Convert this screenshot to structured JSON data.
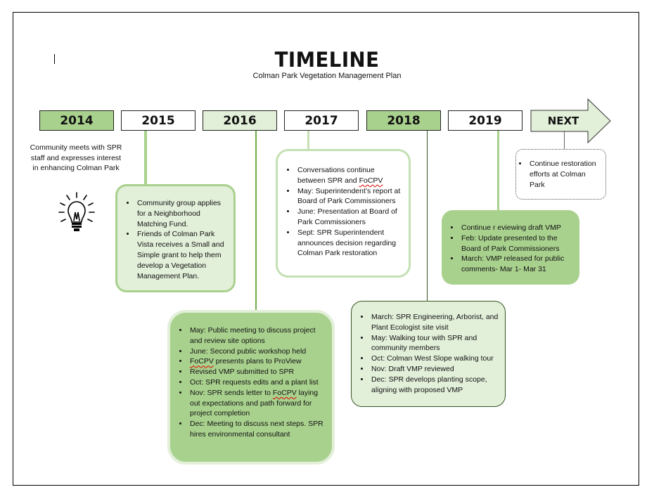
{
  "document": {
    "title": "TIMELINE",
    "subtitle": "Colman Park Vegetation Management Plan"
  },
  "colors": {
    "dark_green": "#a9d18e",
    "light_green": "#e2efd9",
    "mid_green_border": "#c5e0b4",
    "connector_dark": "#375623",
    "connector_mid": "#70ad47"
  },
  "years": [
    {
      "label": "2014",
      "style": "dark"
    },
    {
      "label": "2015",
      "style": "white"
    },
    {
      "label": "2016",
      "style": "light"
    },
    {
      "label": "2017",
      "style": "white"
    },
    {
      "label": "2018",
      "style": "dark"
    },
    {
      "label": "2019",
      "style": "white"
    },
    {
      "label": "NEXT",
      "style": "arrow-light"
    }
  ],
  "entries": {
    "y2014": {
      "text": "Community meets with SPR staff and expresses interest in enhancing Colman Park",
      "icon": "lightbulb-icon"
    },
    "y2015": {
      "items": [
        "Community group applies for a Neighborhood Matching Fund.",
        "Friends of Colman Park Vista receives a Small and Simple grant to help them develop a Vegetation Management Plan."
      ]
    },
    "y2016": {
      "items": [
        "May: Public meeting to discuss project and review site options",
        "June: Second public workshop held",
        "FoCPV presents plans to ProView",
        "Revised VMP submitted to SPR",
        "Oct: SPR requests edits and a plant list",
        "Nov: SPR sends letter to FoCPV laying out expectations and path forward for project completion",
        "Dec: Meeting to discuss next steps. SPR hires environmental consultant"
      ]
    },
    "y2017": {
      "items": [
        "Conversations continue between SPR and FoCPV",
        "May: Superintendent’s report at Board of Park Commissioners",
        "June: Presentation at Board of Park Commissioners",
        "Sept: SPR Superintendent announces decision regarding Colman Park restoration"
      ]
    },
    "y2018": {
      "items": [
        "March: SPR Engineering, Arborist, and Plant Ecologist site visit",
        "May: Walking tour with SPR and community members",
        "Oct: Colman West Slope walking tour",
        "Nov: Draft VMP reviewed",
        "Dec: SPR develops planting scope, aligning with proposed VMP"
      ]
    },
    "y2019": {
      "items": [
        "Continue r eviewing draft VMP",
        "Feb: Update presented to the Board of Park Commissioners",
        "March: VMP released for public comments- Mar 1- Mar 31"
      ]
    },
    "next": {
      "items": [
        "Continue restoration efforts at Colman Park"
      ]
    }
  }
}
